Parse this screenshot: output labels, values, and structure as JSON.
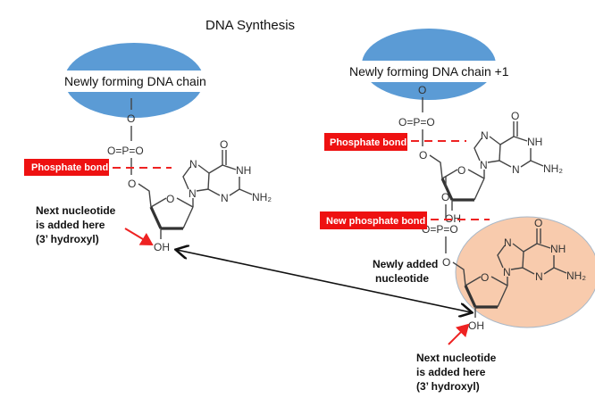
{
  "title": "DNA Synthesis",
  "left": {
    "chain_label": "Newly forming DNA chain",
    "phosphate_label": "Phosphate bond",
    "note_lines": [
      "Next nucleotide",
      "is added here",
      "(3’ hydroxyl)"
    ]
  },
  "right": {
    "chain_label": "Newly forming DNA chain +1",
    "phosphate_label": "Phosphate bond",
    "new_phosphate_label": "New phosphate bond",
    "added_lines": [
      "Newly added",
      "nucleotide"
    ],
    "note_lines": [
      "Next nucleotide",
      "is added here",
      "(3’ hydroxyl)"
    ]
  },
  "chem": {
    "o": "O",
    "phosphate": "O=P=O",
    "n": "N",
    "nh": "NH",
    "nh2": "NH₂",
    "oh": "OH"
  },
  "colors": {
    "chain": "#5b9bd5",
    "label": "#ee1111",
    "added": "#f8cbad"
  }
}
